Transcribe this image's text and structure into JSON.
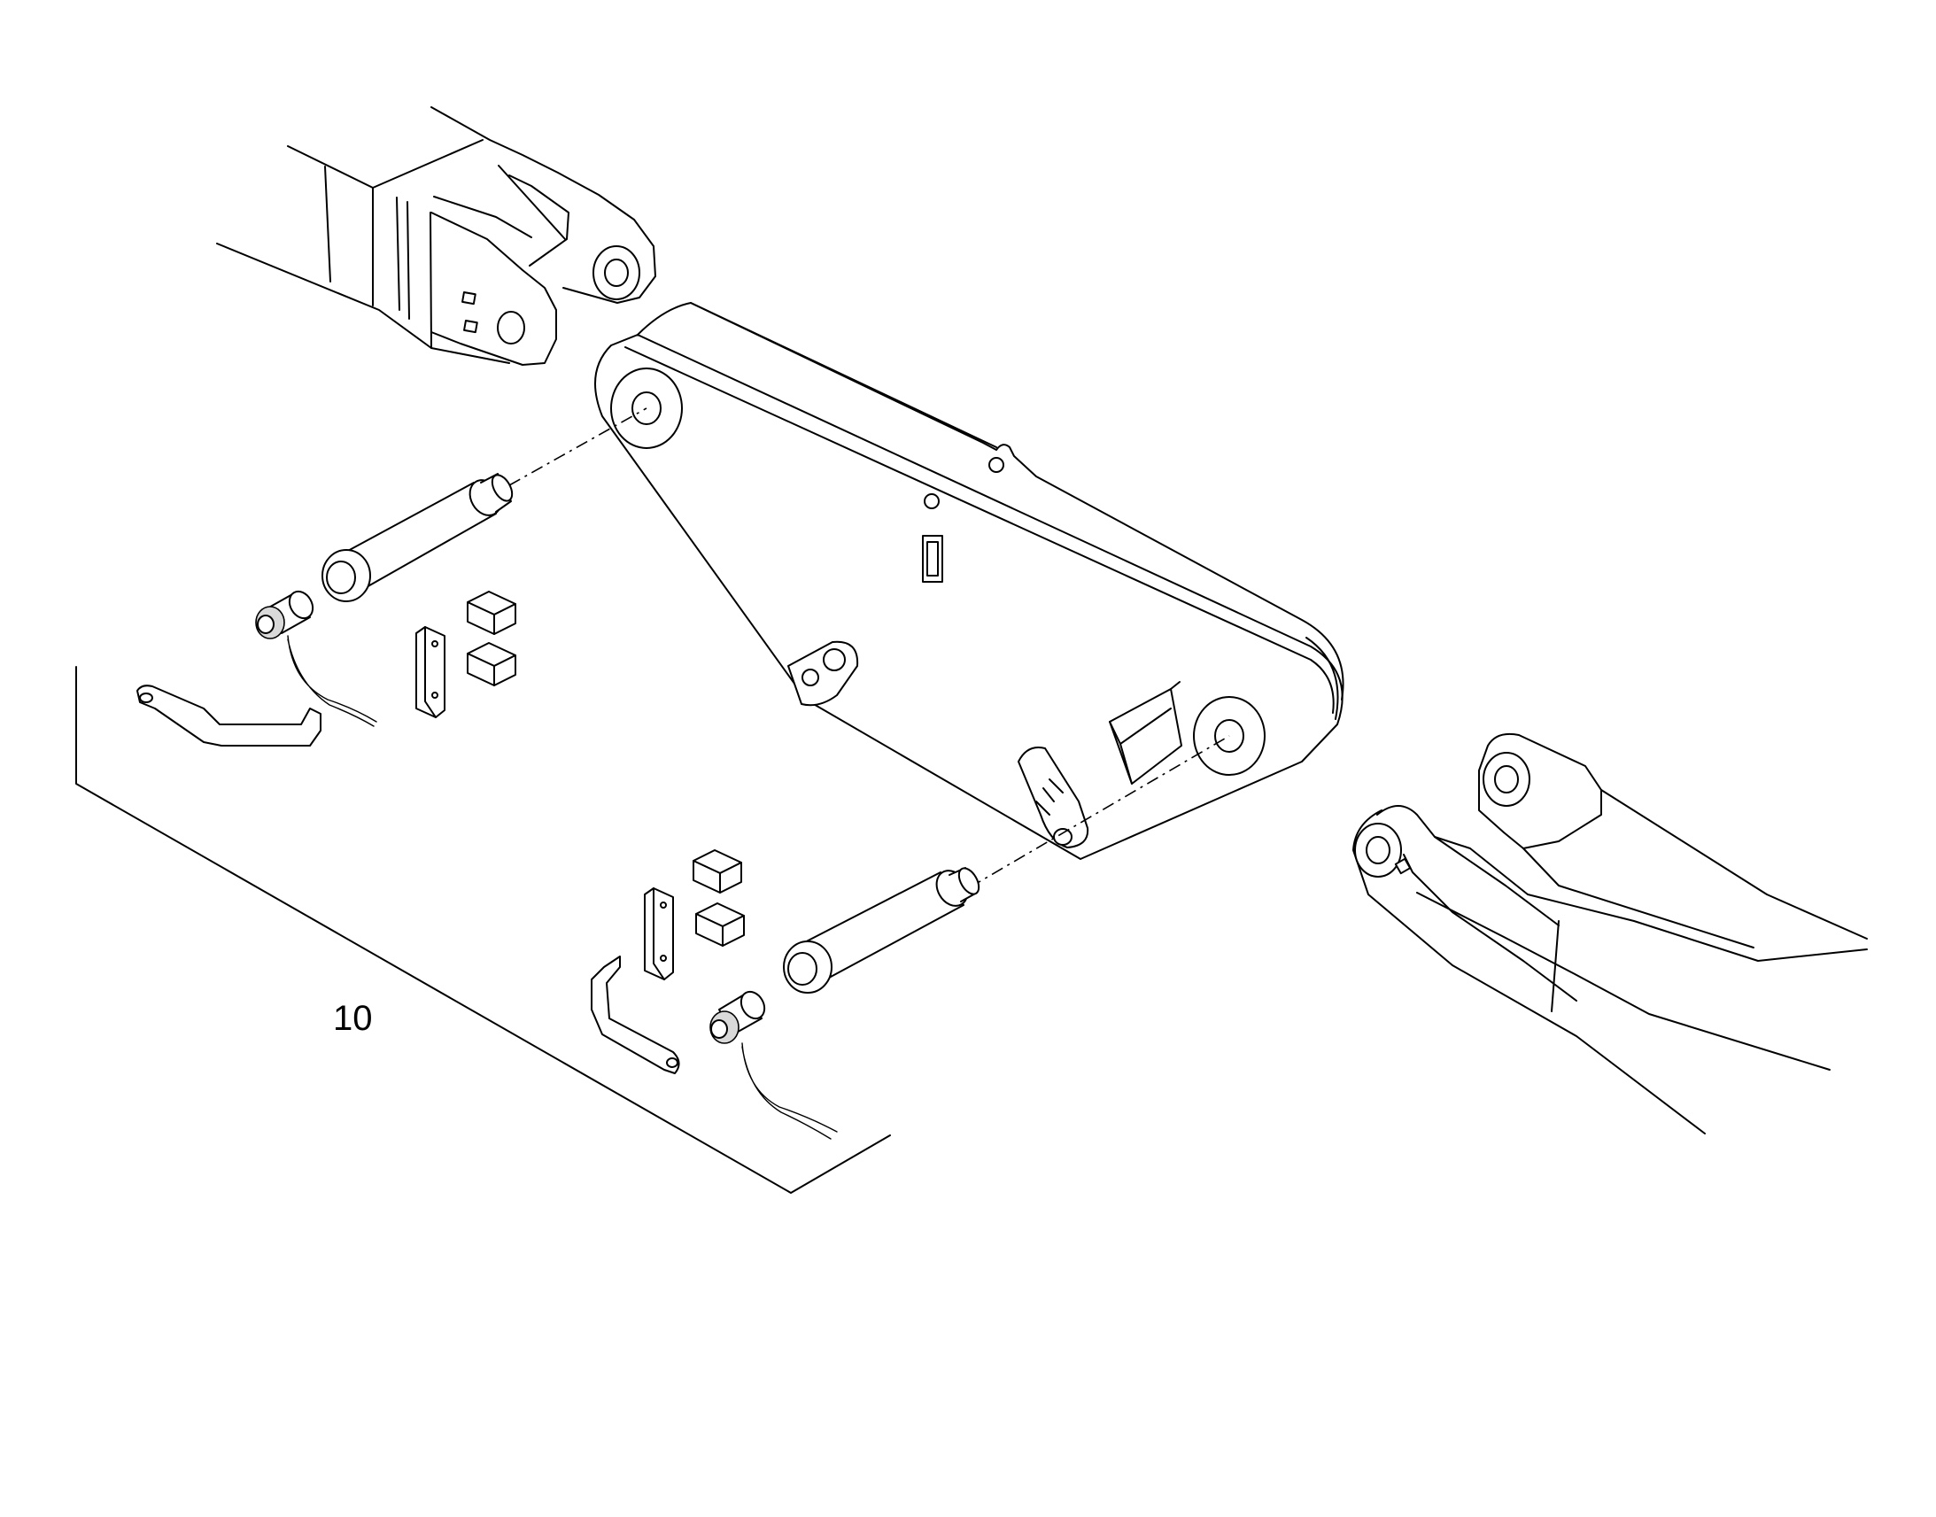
{
  "diagram": {
    "callouts": [
      {
        "label": "10"
      }
    ],
    "components": [
      "upper-boom-arm",
      "intermediate-link-plate",
      "lower-boom-arm",
      "upper-pivot-pin",
      "lower-pivot-pin",
      "upper-sensor",
      "lower-sensor",
      "upper-bracket",
      "lower-bracket",
      "upper-spacer-blocks",
      "lower-spacer-blocks",
      "upper-plate",
      "lower-plate",
      "kit-bracket-line"
    ]
  }
}
